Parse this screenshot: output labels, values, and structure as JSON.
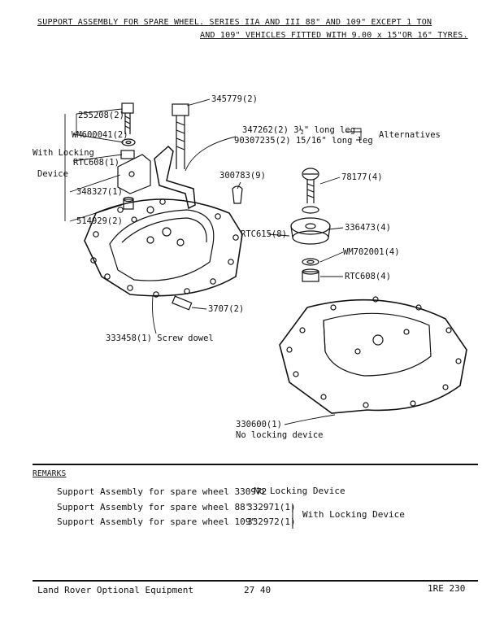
{
  "header": {
    "line1": "SUPPORT ASSEMBLY FOR SPARE WHEEL. SERIES IIA AND III 88\" AND 109\" EXCEPT 1 TON",
    "line2": "AND 109\" VEHICLES FITTED WITH 9.00 x 15\"OR 16\" TYRES."
  },
  "callouts": {
    "p345779": "345779(2)",
    "p255208": "255208(2)",
    "pWM600041": "WM600041(2)",
    "with_locking": "With Locking",
    "device": "Device",
    "pRTC608a": "RTC608(1)",
    "p348327": "348327(1)",
    "p514929": "514929(2)",
    "p347262": "347262(2) 3½\" long leg",
    "p90307235": "90307235(2) 15/16\" long leg",
    "alternatives": "Alternatives",
    "p300783": "300783(9)",
    "p78177": "78177(4)",
    "pRTC615": "RTC615(8)",
    "p336473": "336473(4)",
    "pWM702001": "WM702001(4)",
    "pRTC608b": "RTC608(4)",
    "p3707": "3707(2)",
    "p333458": "333458(1) Screw dowel",
    "p330600": "330600(1)",
    "no_locking": "No locking device"
  },
  "remarks": {
    "heading": "REMARKS",
    "row1_desc": "Support Assembly for spare wheel 330972",
    "row1_note": "No Locking Device",
    "row2_desc": "Support Assembly for spare wheel 88\"",
    "row2_part": "332971(1)",
    "row3_desc": "Support Assembly for spare wheel 109\"",
    "row3_part": "332972(1)",
    "rows23_note": "With Locking Device"
  },
  "footer": {
    "left": "Land Rover Optional Equipment",
    "center": "27 40",
    "right": "1RE 230"
  }
}
